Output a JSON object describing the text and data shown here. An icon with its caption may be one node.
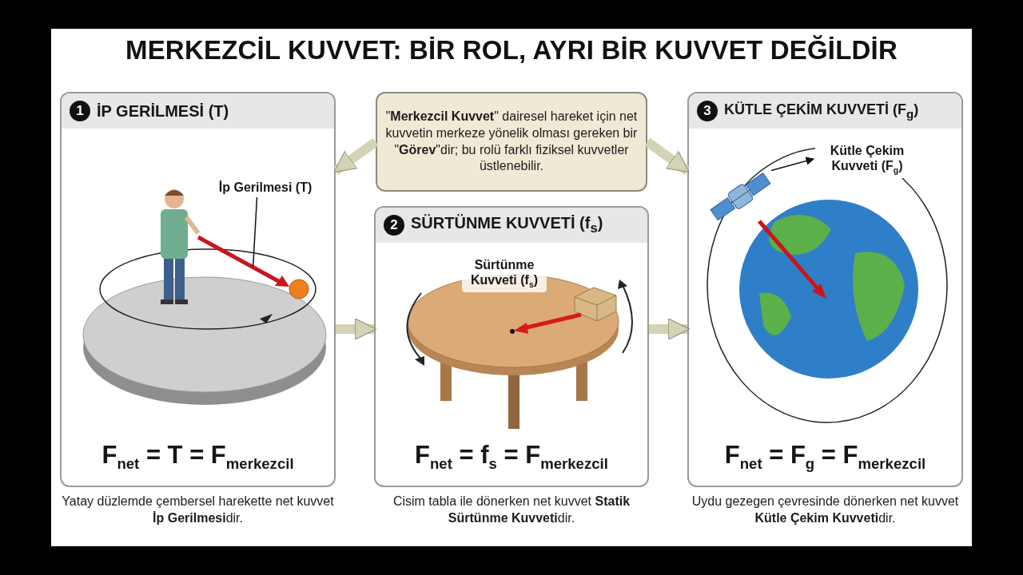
{
  "diagram": {
    "title": "MERKEZCİL KUVVET: BİR ROL, AYRI BİR KUVVET DEĞİLDİR",
    "nodes": [
      {
        "text": [
          "1",
          "İP GERİLMESİ (T)",
          "F$_{net}$ = T = F$_{merkezcil}$"
        ],
        "beside": [
          "Yatay düzlemde çembersel harekette net kuvvet **İp Gerilmesi**dir."
        ]
      },
      {
        "text": [
          "İp Gerilmesi (T)"
        ],
        "in": 0
      },
      {
        "text": [],
        "shape": "arrow",
        "in": 0
      },
      {
        "text": [
          "\"**Merkezcil Kuvvet**\" dairesel hareket için net kuvvetin merkeze yönelik olması gereken bir \"**Görev**\"dir; bu rolü farklı fiziksel kuvvetler üstlenebilir."
        ]
      },
      {
        "text": [
          "2",
          "SÜRTÜNME KUVVETİ (f$_{s}$)",
          "F$_{net}$ = f$_{s}$ = F$_{merkezcil}$"
        ],
        "beside": [
          "Cisim tabla ile dönerken net kuvvet **Statik Sürtünme Kuvveti**dir."
        ]
      },
      {
        "text": [
          "Sürtünme Kuvveti (f$_{s}$)"
        ],
        "in": 4
      },
      {
        "text": [],
        "shape": "picture",
        "in": 4
      },
      {
        "text": [
          "3",
          "KÜTLE ÇEKİM KUVVETİ (F$_{g}$)",
          "F$_{net}$ = F$_{g}$ = F$_{merkezcil}$"
        ],
        "beside": [
          "Uydu gezegen çevresinde dönerken net kuvvet **Kütle Çekim Kuvveti**dir."
        ]
      },
      {
        "text": [
          "Kütle Çekim Kuvveti (F$_{g}$)"
        ],
        "in": 7
      },
      {
        "text": [],
        "shape": "picture",
        "in": 7
      }
    ],
    "edges": [
      {
        "from": 3,
        "to": 0,
        "arrow": "to"
      },
      {
        "from": 3,
        "to": 7,
        "arrow": "to"
      },
      {
        "from": 0,
        "to": 4,
        "arrow": "to"
      },
      {
        "from": 4,
        "to": 7,
        "arrow": "to"
      },
      {
        "from": 1,
        "to": 2,
        "arrow": "none",
        "color": "#111111"
      },
      {
        "from": 9,
        "to": 8,
        "arrow": "to",
        "color": "#111111"
      }
    ]
  }
}
